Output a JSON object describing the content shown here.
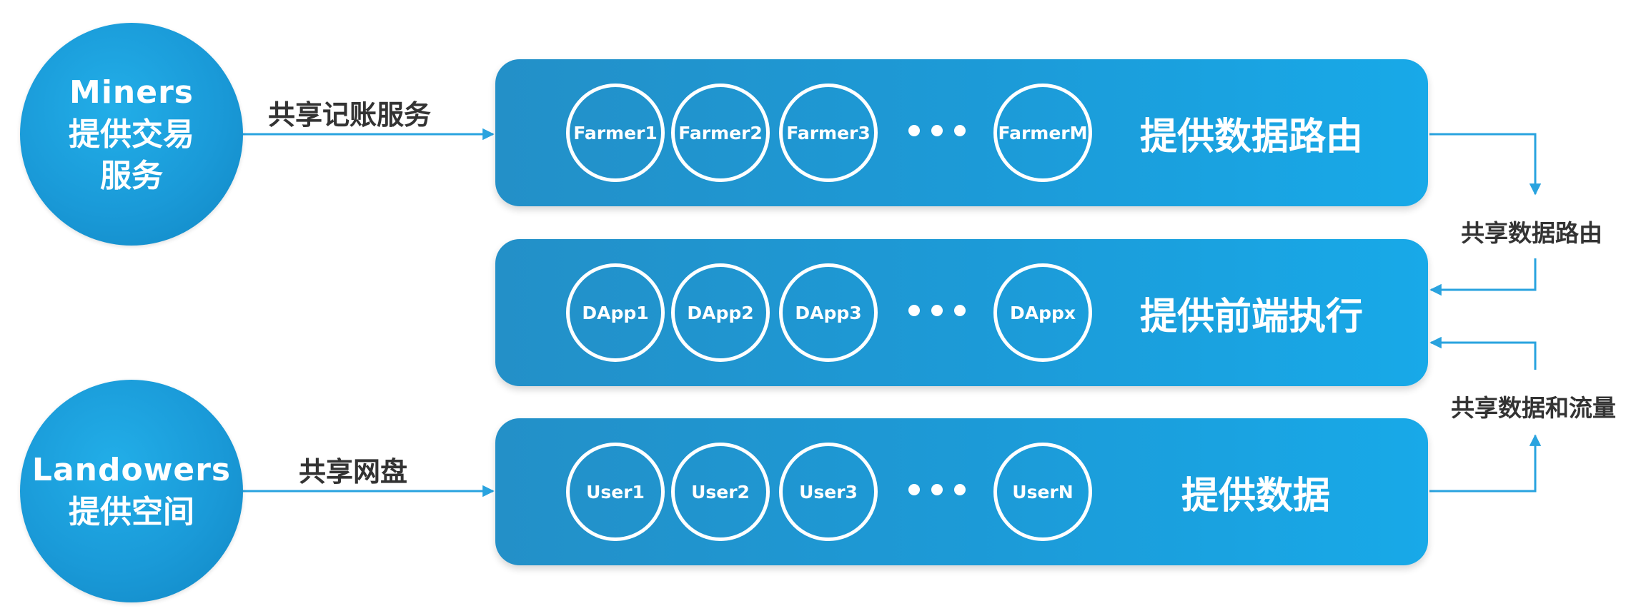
{
  "colors": {
    "primary": "#1c9bd8",
    "arrow": "#29a3df",
    "text": "#333333"
  },
  "sources": [
    {
      "name_en": "Miners",
      "name_zh_lines": [
        "提供交易",
        "服务"
      ],
      "link_label": "共享记账服务"
    },
    {
      "name_en": "Landowers",
      "name_zh_lines": [
        "提供空间"
      ],
      "link_label": "共享网盘"
    }
  ],
  "bars": [
    {
      "nodes": [
        "Farmer1",
        "Farmer2",
        "Farmer3",
        "FarmerM"
      ],
      "label": "提供数据路由"
    },
    {
      "nodes": [
        "DApp1",
        "DApp2",
        "DApp3",
        "DAppx"
      ],
      "label": "提供前端执行"
    },
    {
      "nodes": [
        "User1",
        "User2",
        "User3",
        "UserN"
      ],
      "label": "提供数据"
    }
  ],
  "right_labels": [
    "共享数据路由",
    "共享数据和流量"
  ]
}
